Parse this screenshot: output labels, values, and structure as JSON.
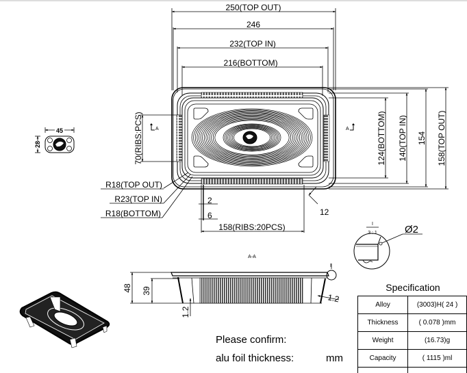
{
  "drawing": {
    "plan_view": {
      "dims_horizontal": {
        "top_out": "250(TOP OUT)",
        "overall": "246",
        "top_in": "232(TOP IN)",
        "bottom": "216(BOTTOM)",
        "ribs_long": "158(RIBS:20PCS)"
      },
      "dims_vertical": {
        "bottom": "124(BOTTOM)",
        "top_in": "140(TOP IN)",
        "overall": "154",
        "top_out": "158(TOP OUT)",
        "ribs_short": "70(RIBS:PCS)"
      },
      "radii": {
        "r_top_out": "R18(TOP OUT)",
        "r_top_in": "R23(TOP IN)",
        "r_bottom": "R18(BOTTOM)"
      },
      "flange_dims": {
        "a": "2",
        "b": "6",
        "corner": "12"
      },
      "section_marker": "A"
    },
    "logo_detail": {
      "width": "45",
      "height": "28"
    },
    "section_view": {
      "title": "A-A",
      "height_total": "48",
      "height_inner": "39",
      "thickness_bottom": "1.2",
      "thickness_wall": "1.2",
      "detail_marker": "I"
    },
    "detail_view": {
      "marker": "I",
      "scale": "3 : 1",
      "diameter": "Ø2"
    }
  },
  "specification": {
    "title": "Specification",
    "rows": [
      {
        "label": "Alloy",
        "value": "(3003)H( 24 )"
      },
      {
        "label": "Thickness",
        "value": "( 0.078 )mm"
      },
      {
        "label": "Weight",
        "value": "(16.73)g"
      },
      {
        "label": "Capacity",
        "value": "( 1115 )ml"
      }
    ]
  },
  "confirm": {
    "line1": "Please confirm:",
    "line2_label": "alu foil thickness:",
    "line2_unit": "mm"
  },
  "colors": {
    "section_marker": "#1f5fbf",
    "line": "#000000"
  }
}
